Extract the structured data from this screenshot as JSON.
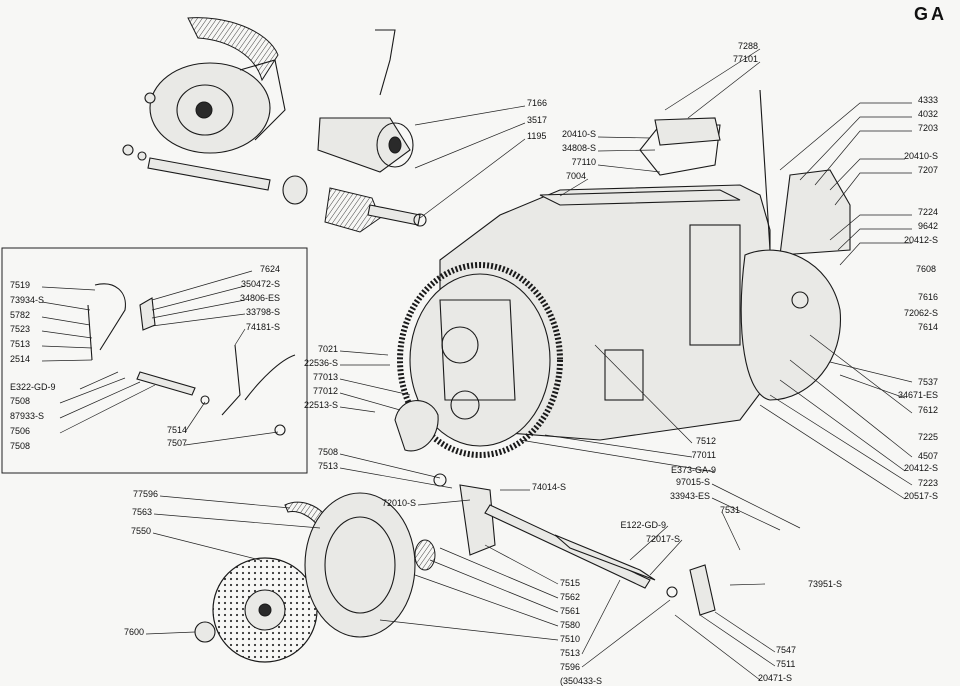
{
  "page_code": "GA",
  "callouts": {
    "top_center": [
      "7166",
      "3517",
      "1195"
    ],
    "upper_right_cap": [
      "7288",
      "77101",
      "20410-S",
      "34808-S",
      "77110",
      "7004"
    ],
    "right_column": [
      "4333",
      "4032",
      "7203",
      "20410-S",
      "7207",
      "7224",
      "9642",
      "20412-S",
      "7608",
      "7616",
      "72062-S",
      "7614",
      "7537",
      "34671-ES",
      "7612",
      "7225",
      "4507",
      "20412-S",
      "7223",
      "20517-S"
    ],
    "inset_right": [
      "7624",
      "350472-S",
      "34806-ES",
      "33798-S",
      "74181-S"
    ],
    "inset_left": [
      "7519",
      "73934-S",
      "5782",
      "7523",
      "7513",
      "2514",
      "E322-GD-9",
      "7508",
      "87933-S",
      "7506",
      "7508"
    ],
    "inset_bottom": [
      "7514",
      "7507"
    ],
    "middle_left": [
      "7021",
      "22536-S",
      "77013",
      "77012",
      "22513-S"
    ],
    "middle_bottom": [
      "7512",
      "77011",
      "E373-GA-9"
    ],
    "lower_left": [
      "7508",
      "7513",
      "72010-S",
      "74014-S",
      "77596",
      "7563",
      "7550",
      "7600"
    ],
    "lower_center": [
      "7515",
      "7562",
      "7561",
      "7580",
      "7510",
      "7513",
      "7596",
      "350433-S"
    ],
    "lower_right": [
      "97015-S",
      "33943-ES",
      "7531",
      "E122-GD-9",
      "72017-S",
      "73951-S",
      "7547",
      "7511",
      "20471-S"
    ]
  }
}
